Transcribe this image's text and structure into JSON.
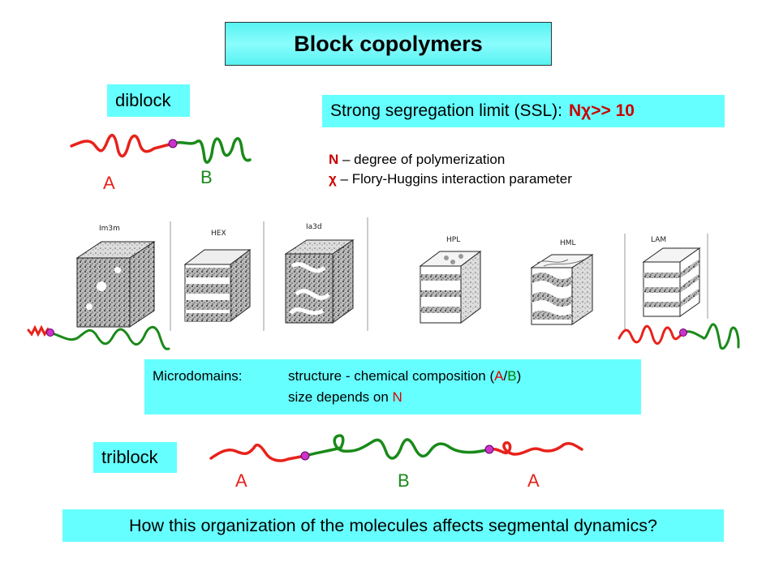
{
  "title": "Block copolymers",
  "diblock": {
    "label": "diblock",
    "letter_a": "A",
    "letter_b": "B"
  },
  "ssl": {
    "prefix": "Strong segregation limit (SSL):",
    "condition": "Nχ>> 10"
  },
  "definitions": [
    {
      "symbol": "N",
      "text": " – degree of polymerization"
    },
    {
      "symbol": "χ",
      "text": " – Flory-Huggins interaction parameter"
    }
  ],
  "morphologies": [
    "Im3m",
    "HEX",
    "Ia3d",
    "HPL",
    "HML",
    "LAM"
  ],
  "microdomains": {
    "label": "Microdomains:",
    "line1_pre": "structure - chemical composition (",
    "line1_a": "A",
    "line1_sep": "/",
    "line1_b": "B",
    "line1_post": ")",
    "line2_pre": "size depends on ",
    "line2_n": "N"
  },
  "triblock": {
    "label": "triblock",
    "letter_a1": "A",
    "letter_b": "B",
    "letter_a2": "A"
  },
  "question": "How this organization of the molecules affects segmental dynamics?",
  "colors": {
    "block_a": "#e8221a",
    "block_b": "#1a8a1a",
    "junction": "#cc33cc",
    "box_fill": "#66ffff"
  }
}
